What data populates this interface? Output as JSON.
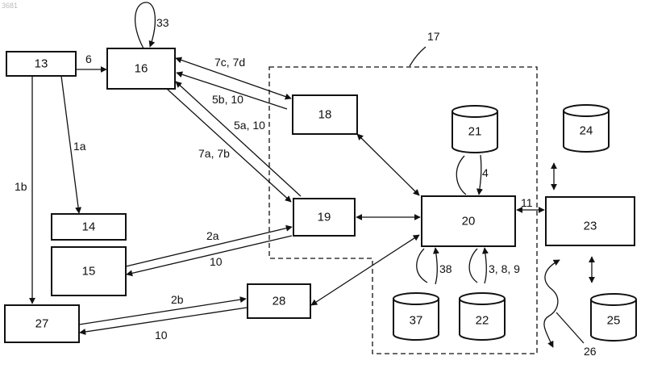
{
  "corner_text": "3681",
  "boxes": {
    "b13": "13",
    "b14": "14",
    "b15": "15",
    "b16": "16",
    "b18": "18",
    "b19": "19",
    "b20": "20",
    "b23": "23",
    "b27": "27",
    "b28": "28"
  },
  "databases": {
    "d21": "21",
    "d22": "22",
    "d24": "24",
    "d25": "25",
    "d37": "37"
  },
  "edge_labels": {
    "l6": "6",
    "l33": "33",
    "l7c7d": "7c, 7d",
    "l5b10": "5b, 10",
    "l5a10": "5a, 10",
    "l7a7b": "7a, 7b",
    "l1a": "1a",
    "l1b": "1b",
    "l2a": "2a",
    "l10a": "10",
    "l2b": "2b",
    "l10b": "10",
    "l4": "4",
    "l11": "11",
    "l38": "38",
    "l389": "3, 8, 9"
  },
  "region_labels": {
    "r17": "17",
    "r26": "26"
  },
  "colors": {
    "ink": "#111111",
    "paper": "#ffffff"
  }
}
